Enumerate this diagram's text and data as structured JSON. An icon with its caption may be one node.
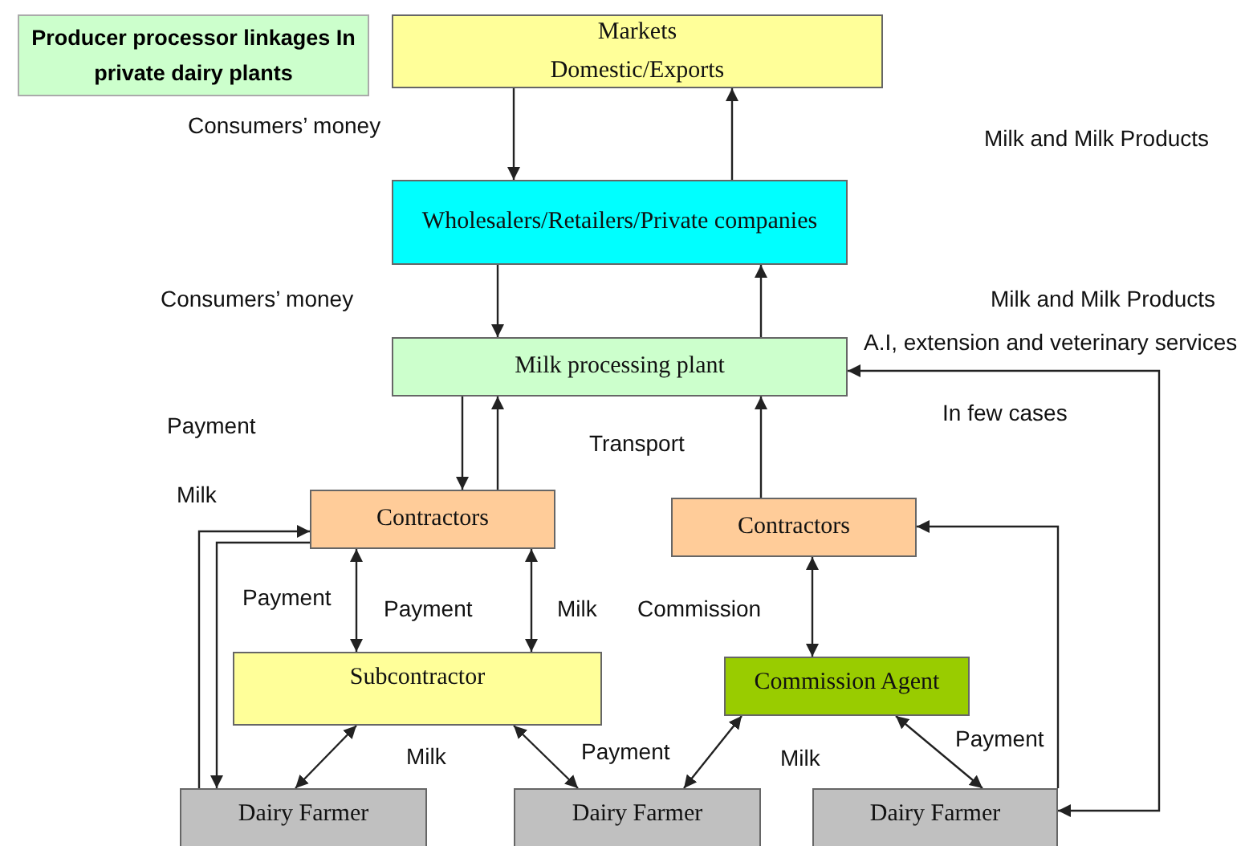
{
  "diagram": {
    "title": "Producer processor linkages In private dairy plants",
    "nodes": [
      {
        "text": [
          "Markets",
          "Domestic/Exports"
        ]
      },
      {
        "text": [
          "Wholesalers/Retailers/Private companies"
        ]
      },
      {
        "text": [
          "Milk processing plant"
        ]
      },
      {
        "text": [
          "Contractors"
        ]
      },
      {
        "text": [
          "Contractors"
        ]
      },
      {
        "text": [
          "Subcontractor"
        ]
      },
      {
        "text": [
          "Commission Agent"
        ]
      },
      {
        "text": [
          "Dairy Farmer"
        ]
      },
      {
        "text": [
          "Dairy Farmer"
        ]
      },
      {
        "text": [
          "Dairy Farmer"
        ]
      }
    ],
    "edges": [
      {
        "from": 0,
        "to": 1,
        "arrow": "to"
      },
      {
        "from": 1,
        "to": 0,
        "arrow": "to"
      },
      {
        "from": 1,
        "to": 2,
        "arrow": "to"
      },
      {
        "from": 2,
        "to": 1,
        "arrow": "to"
      },
      {
        "from": 2,
        "to": 3,
        "arrow": "to"
      },
      {
        "from": 3,
        "to": 2,
        "arrow": "to"
      },
      {
        "from": 4,
        "to": 2,
        "arrow": "to"
      },
      {
        "from": 7,
        "to": 3,
        "arrow": "to",
        "label": "Milk"
      },
      {
        "from": 3,
        "to": 7,
        "arrow": "to"
      },
      {
        "from": 3,
        "to": 5,
        "arrow": "both",
        "label": "Payment"
      },
      {
        "from": 3,
        "to": 5,
        "arrow": "both",
        "label": "Milk"
      },
      {
        "from": 5,
        "to": 7,
        "arrow": "both"
      },
      {
        "from": 5,
        "to": 8,
        "arrow": "both"
      },
      {
        "from": 4,
        "to": 6,
        "arrow": "both",
        "label": "Commission"
      },
      {
        "from": 6,
        "to": 8,
        "arrow": "both"
      },
      {
        "from": 6,
        "to": 9,
        "arrow": "both"
      },
      {
        "from": 9,
        "to": 4,
        "arrow": "to"
      },
      {
        "from": 2,
        "to": 9,
        "arrow": "both",
        "label": "A.I, extension and veterinary services"
      }
    ],
    "labels": [
      "Consumers’ money",
      "Milk and Milk Products",
      "Consumers’ money",
      "Milk and Milk Products",
      "Payment",
      "In few cases",
      "Transport",
      "Payment",
      "Payment",
      "Milk",
      "Payment",
      "Milk"
    ]
  }
}
